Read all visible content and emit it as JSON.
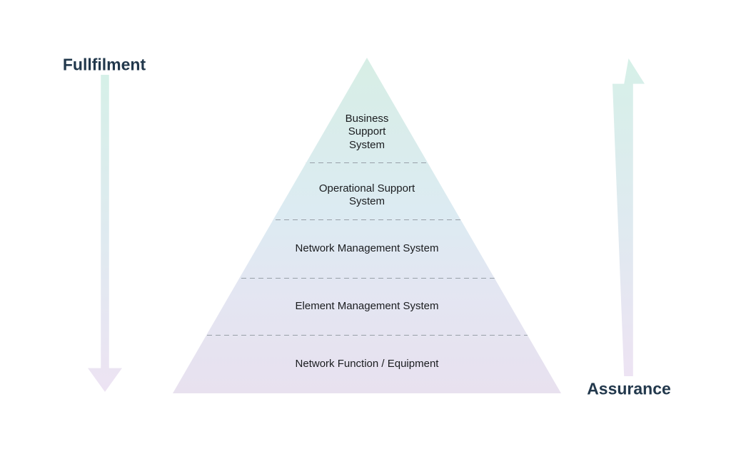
{
  "left_axis": {
    "label": "Fullfilment",
    "direction": "down"
  },
  "right_axis": {
    "label": "Assurance",
    "direction": "up"
  },
  "pyramid": {
    "levels": [
      {
        "label": "Business\nSupport\nSystem"
      },
      {
        "label": "Operational Support\nSystem"
      },
      {
        "label": "Network Management System"
      },
      {
        "label": "Element Management System"
      },
      {
        "label": "Network Function / Equipment"
      }
    ]
  },
  "icons": {
    "left_arrow": "arrow-down-icon",
    "right_arrow": "arrow-up-icon"
  },
  "colors": {
    "label_text": "#22384c",
    "level_text": "#1a1c1f",
    "divider": "#98a0a8",
    "gradient_top": "#d7eee5",
    "gradient_mid": "#dcebf2",
    "gradient_low": "#e3e6f2",
    "gradient_bottom": "#e8e1ef",
    "arrow_top": "#d6f0e8",
    "arrow_mid": "#dfeaf0",
    "arrow_bottom": "#ede3f3"
  }
}
